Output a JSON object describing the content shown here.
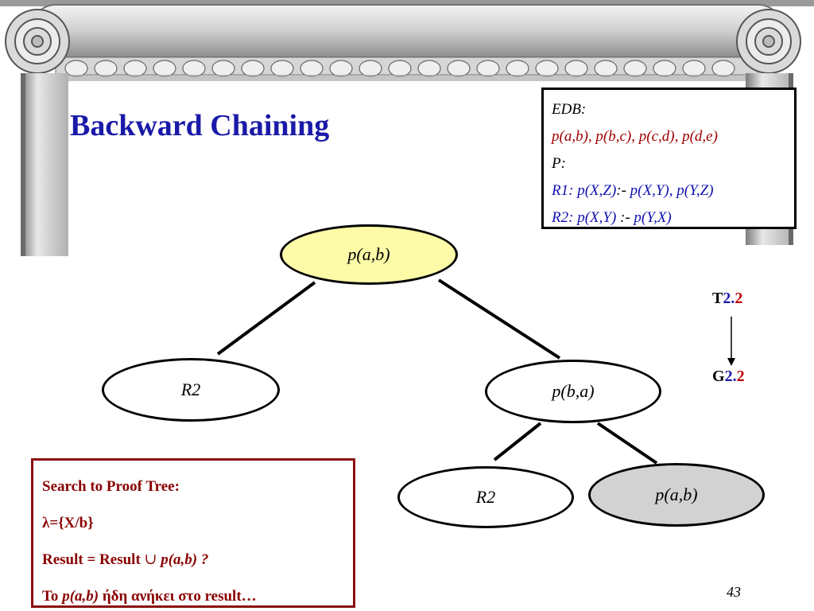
{
  "slide": {
    "title": "Backward Chaining",
    "page_number": "43"
  },
  "edb_box": {
    "edb_label": "EDB:",
    "facts": "p(a,b), p(b,c), p(c,d), p(d,e)",
    "program_label": "P:",
    "rule1_label": "R1:",
    "rule1_head": " p(X,Z)",
    "rule1_neck": ":-",
    "rule1_body": " p(X,Y), p(Y,Z)",
    "rule2_label": "R2:",
    "rule2_head": " p(X,Y) ",
    "rule2_neck": ":-",
    "rule2_body": " p(Y,X)"
  },
  "tree": {
    "root": "p(a,b)",
    "left_child": "R2",
    "right_child": "p(b,a)",
    "grandchild_left": "R2",
    "grandchild_right": "p(a,b)"
  },
  "step_indicator": {
    "from_letter": "T",
    "from_num": "2.",
    "from_sub": "2",
    "to_letter": "G",
    "to_num": "2.",
    "to_sub": "2"
  },
  "search_box": {
    "line1": "Search to Proof Tree:",
    "line2": "λ={X/b}",
    "line3_prefix": "Result = Result ",
    "line3_union": "∪",
    "line3_term": " p(a,b) ?",
    "line4_prefix": "To ",
    "line4_term": "p(a,b)",
    "line4_suffix": " ήδη ανήκει στο result…"
  }
}
